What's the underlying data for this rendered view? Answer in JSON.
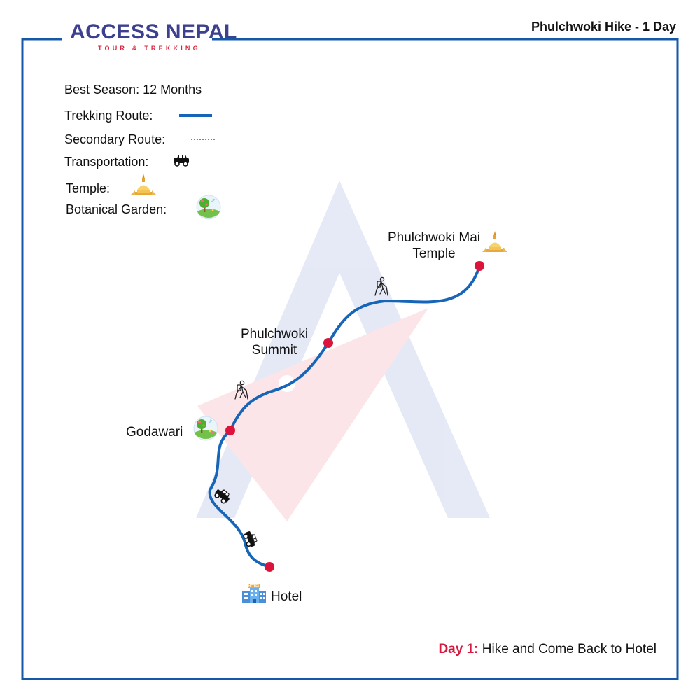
{
  "header": {
    "title": "Phulchwoki Hike - 1 Day"
  },
  "logo": {
    "brand": "ACCESS NEPAL",
    "tagline": "TOUR & TREKKING"
  },
  "legend": {
    "season": "Best Season: 12 Months",
    "trekking": "Trekking Route:",
    "secondary": "Secondary Route:",
    "transportation": "Transportation:",
    "temple": "Temple:",
    "garden": "Botanical Garden:"
  },
  "places": {
    "temple_line1": "Phulchwoki Mai",
    "temple_line2": "Temple",
    "summit_line1": "Phulchwoki",
    "summit_line2": "Summit",
    "godawari": "Godawari",
    "hotel": "Hotel",
    "hotel_sign": "HOTEL"
  },
  "footer": {
    "day": "Day 1:",
    "text": "Hike and Come Back to Hotel"
  },
  "colors": {
    "frame": "#1558a8",
    "route": "#1665b8",
    "marker": "#dc143c",
    "brand_blue": "#3d3f8f",
    "brand_red": "#d7263d"
  },
  "icons": {
    "transport": "jeep-icon",
    "temple": "stupa-icon",
    "garden": "botanical-garden-icon",
    "hiker": "hiker-icon",
    "hotel": "hotel-building-icon"
  }
}
